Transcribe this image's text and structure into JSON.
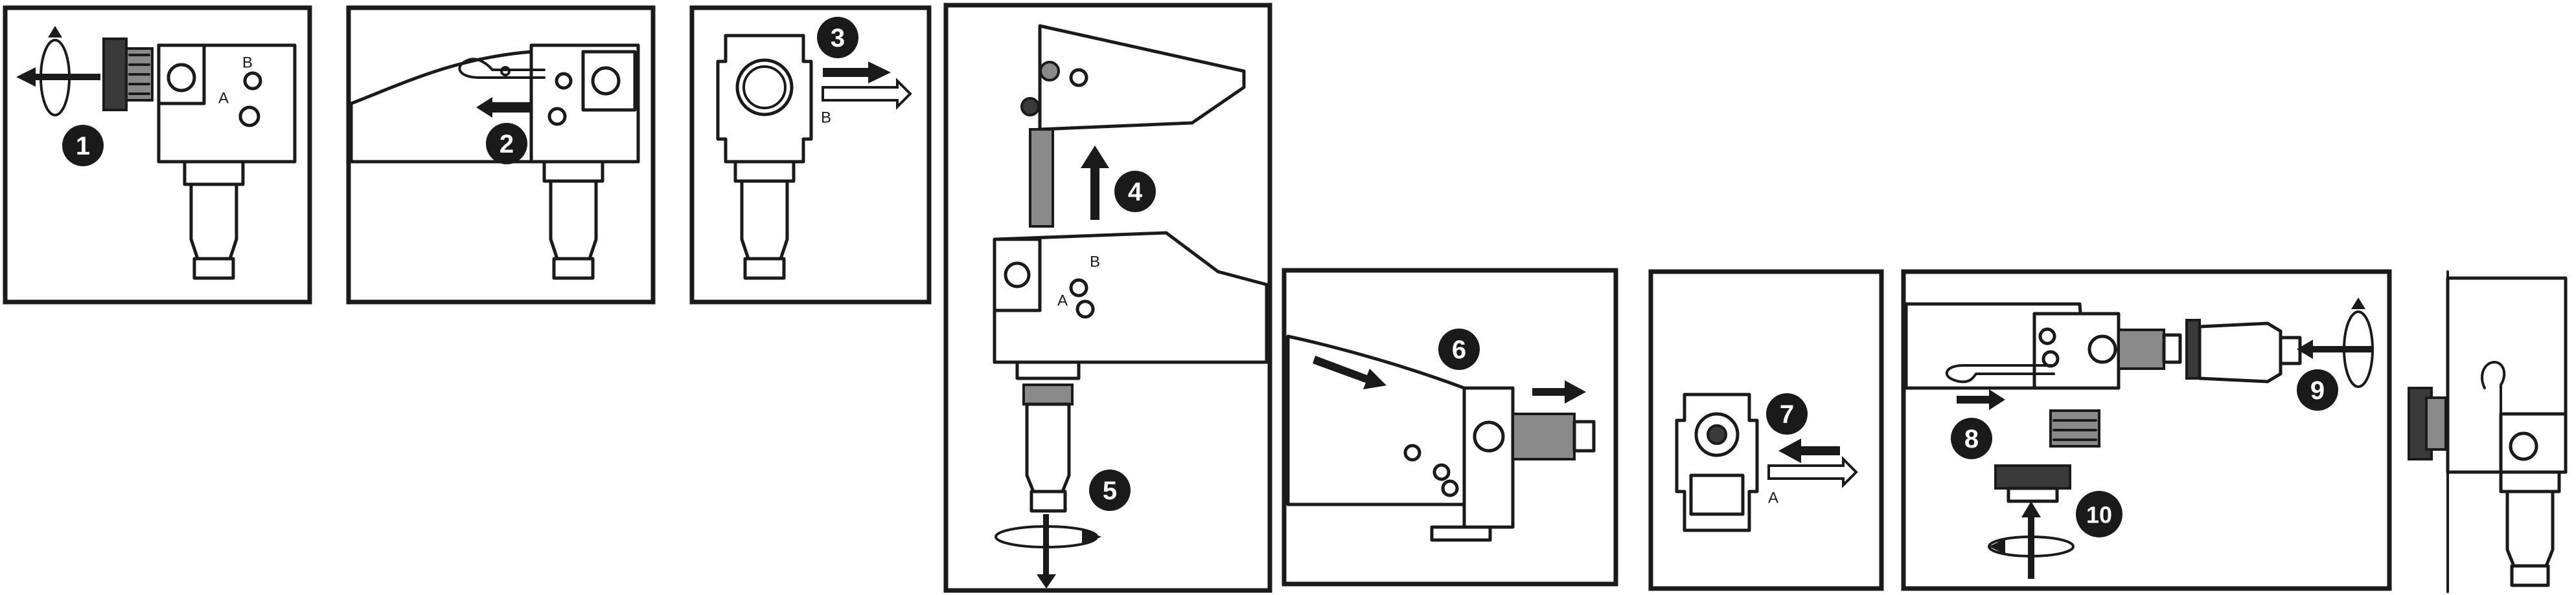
{
  "steps": [
    "1",
    "2",
    "3",
    "4",
    "5",
    "6",
    "7",
    "8",
    "9",
    "10"
  ],
  "hole_letters": {
    "a": "A",
    "b": "B"
  },
  "colors": {
    "ink": "#1a1a1a",
    "background": "#ffffff",
    "metal_grey": "#8a8a8a"
  }
}
